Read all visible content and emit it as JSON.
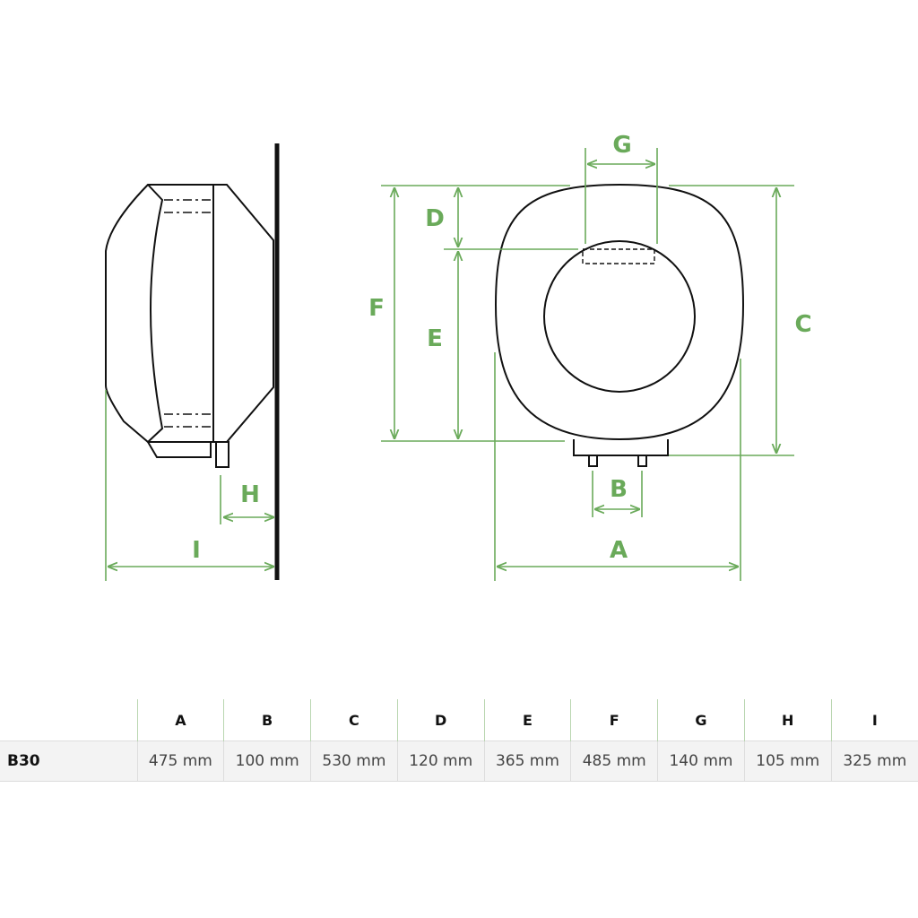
{
  "colors": {
    "dimension": "#6aaa5a",
    "outline": "#111111"
  },
  "diagram": {
    "labels": {
      "A": "A",
      "B": "B",
      "C": "C",
      "D": "D",
      "E": "E",
      "F": "F",
      "G": "G",
      "H": "H",
      "I": "I"
    }
  },
  "table": {
    "headers": [
      "",
      "A",
      "B",
      "C",
      "D",
      "E",
      "F",
      "G",
      "H",
      "I"
    ],
    "rows": [
      {
        "model": "B30",
        "values": [
          "475 mm",
          "100 mm",
          "530 mm",
          "120 mm",
          "365 mm",
          "485 mm",
          "140 mm",
          "105 mm",
          "325 mm"
        ]
      }
    ]
  }
}
